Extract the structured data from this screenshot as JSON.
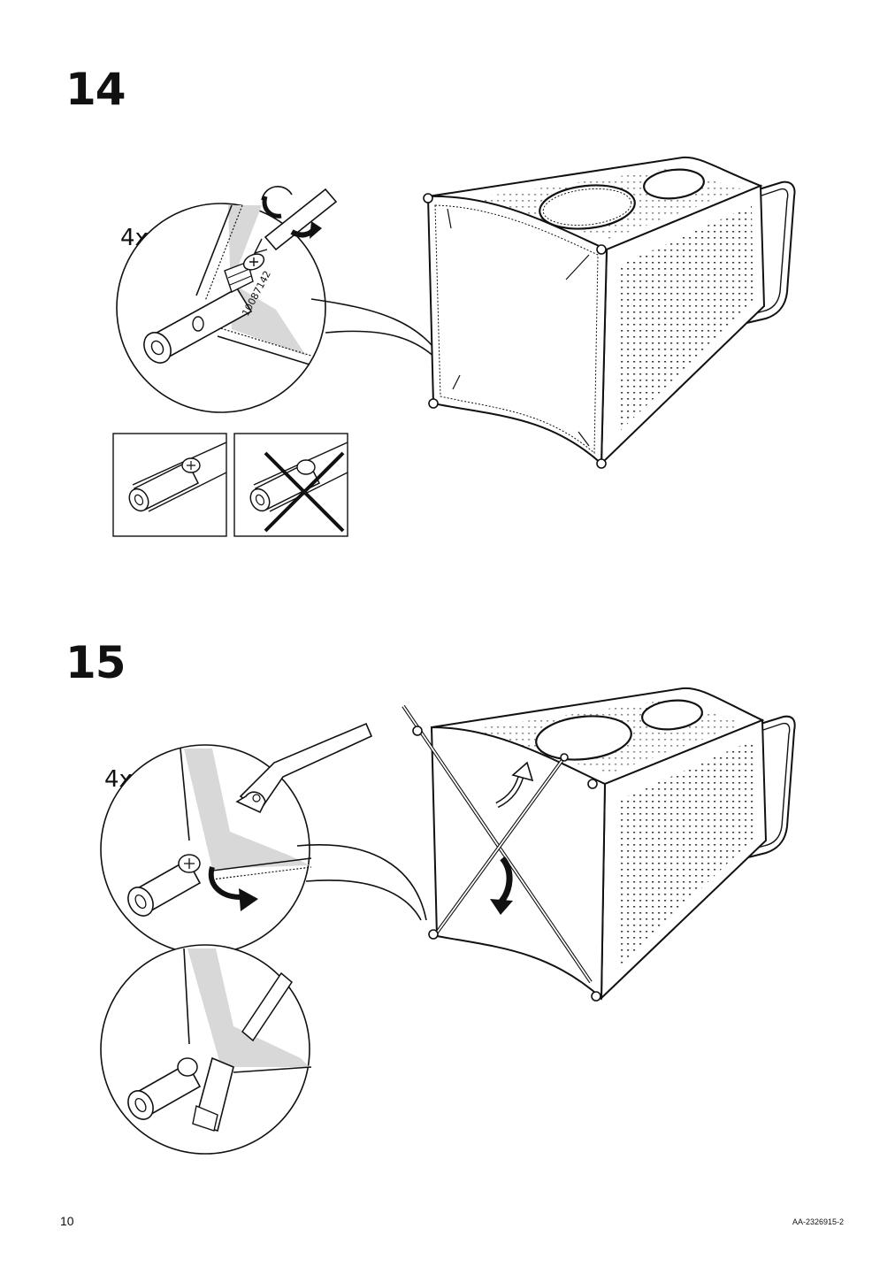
{
  "steps": [
    {
      "number": "14",
      "quantity": "4x",
      "part_number": "10087142"
    },
    {
      "number": "15",
      "quantity": "4x"
    }
  ],
  "footer": {
    "page_number": "10",
    "document_code": "AA-2326915-2"
  },
  "icons": [
    "screwdriver-icon",
    "rotate-arrow-icon",
    "cross-out-icon",
    "curved-arrow-icon"
  ]
}
